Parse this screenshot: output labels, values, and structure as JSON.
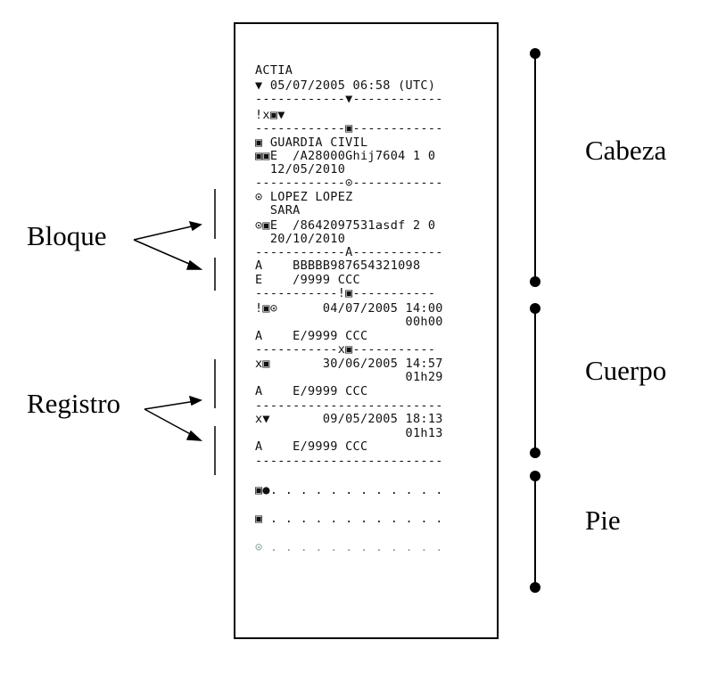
{
  "ticket": {
    "lines": [
      "ACTIA",
      "▼ 05/07/2005 06:58 (UTC)",
      "------------▼------------",
      "!x▣▼",
      "------------▣------------",
      "▣ GUARDIA CIVIL",
      "▣▣E  /A28000Ghij7604 1 0",
      "  12/05/2010",
      "------------⊙------------",
      "⊙ LOPEZ LOPEZ",
      "  SARA",
      "⊙▣E  /8642097531asdf 2 0",
      "  20/10/2010",
      "------------A------------",
      "A    BBBBB987654321098",
      "E    /9999 CCC",
      "-----------!▣-----------",
      "!▣⊙      04/07/2005 14:00",
      "                    00h00",
      "A    E/9999 CCC",
      "-----------x▣-----------",
      "x▣       30/06/2005 14:57",
      "                    01h29",
      "A    E/9999 CCC",
      "-------------------------",
      "x▼       09/05/2005 18:13",
      "                    01h13",
      "A    E/9999 CCC",
      "-------------------------",
      "▣●. . . . . . . . . . . .",
      "▣ . . . . . . . . . . . .",
      "⊙ . . . . . . . . . . . ."
    ]
  },
  "labels": {
    "bloque": "Bloque",
    "registro": "Registro",
    "cabeza": "Cabeza",
    "cuerpo": "Cuerpo",
    "pie": "Pie"
  },
  "colors": {
    "ink": "#000000",
    "faded_ink": "#8aa0a0"
  }
}
